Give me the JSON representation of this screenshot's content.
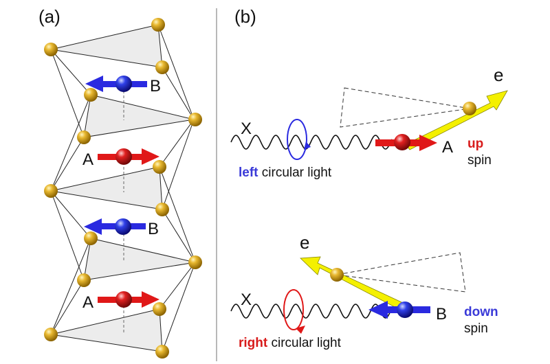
{
  "panel_a": {
    "label": "(a)",
    "atoms": [
      {
        "name": "B",
        "spin": "left"
      },
      {
        "name": "A",
        "spin": "right"
      },
      {
        "name": "B",
        "spin": "left"
      },
      {
        "name": "A",
        "spin": "right"
      }
    ]
  },
  "panel_b": {
    "label": "(b)",
    "top": {
      "light_label": "X",
      "polarization_word": "left",
      "polarization_rest": " circular light",
      "atom": "A",
      "electron": "e",
      "spin_word": "up",
      "spin_rest": "spin"
    },
    "bottom": {
      "light_label": "X",
      "polarization_word": "right",
      "polarization_rest": " circular light",
      "atom": "B",
      "electron": "e",
      "spin_word": "down",
      "spin_rest": "spin"
    }
  },
  "colors": {
    "gold": "#d9a520",
    "blue": "#2a2ae0",
    "red": "#e01818",
    "yellow": "#f4f000",
    "face": "#ececec",
    "text_blue": "#3a3ad8",
    "text_red": "#d81c1c"
  }
}
